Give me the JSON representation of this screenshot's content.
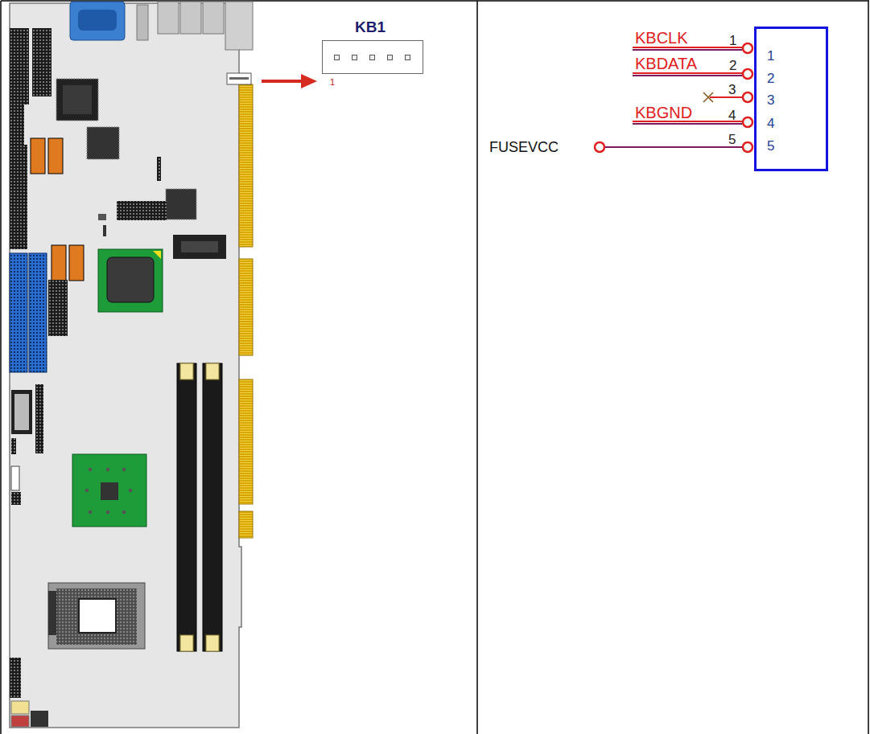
{
  "diagram": {
    "nodes": [
      {
        "text": [
          "KB1",
          "1"
        ]
      },
      {
        "text": [
          "1",
          "2",
          "3",
          "4",
          "5"
        ]
      }
    ],
    "labels": [
      "KBCLK",
      "KBDATA",
      "KBGND",
      "FUSEVCC",
      "1",
      "2",
      "3",
      "4",
      "5"
    ]
  }
}
